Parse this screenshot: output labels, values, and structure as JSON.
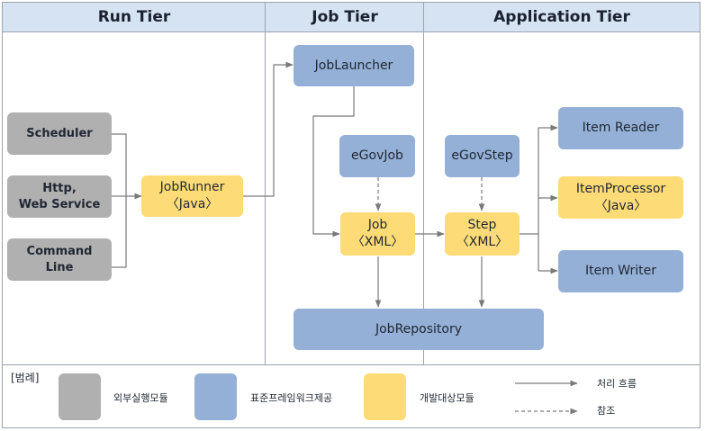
{
  "headers": {
    "run": "Run Tier",
    "job": "Job Tier",
    "app": "Application Tier"
  },
  "nodes": {
    "scheduler": "Scheduler",
    "http": "Http,\nWeb Service",
    "cmdline": "Command\nLine",
    "jobrunner": "JobRunner\n〈Java〉",
    "joblauncher": "JobLauncher",
    "egovjob": "eGovJob",
    "job": "Job\n〈XML〉",
    "egovstep": "eGovStep",
    "step": "Step\n〈XML〉",
    "itemreader": "Item Reader",
    "itemprocessor": "ItemProcessor\n〈Java〉",
    "itemwriter": "Item Writer",
    "jobrepository": "JobRepository"
  },
  "legend": {
    "title": "[범례]",
    "external": "외부실행모듈",
    "framework": "표준프레임워크제공",
    "development": "개발대상모듈",
    "process_flow": "처리 흐름",
    "reference": "참조"
  },
  "colors": {
    "external": "#b0b0b0",
    "framework": "#94b0d6",
    "development": "#fddb77",
    "header": "#d6e3f2",
    "arrow": "#7a7a7a"
  }
}
